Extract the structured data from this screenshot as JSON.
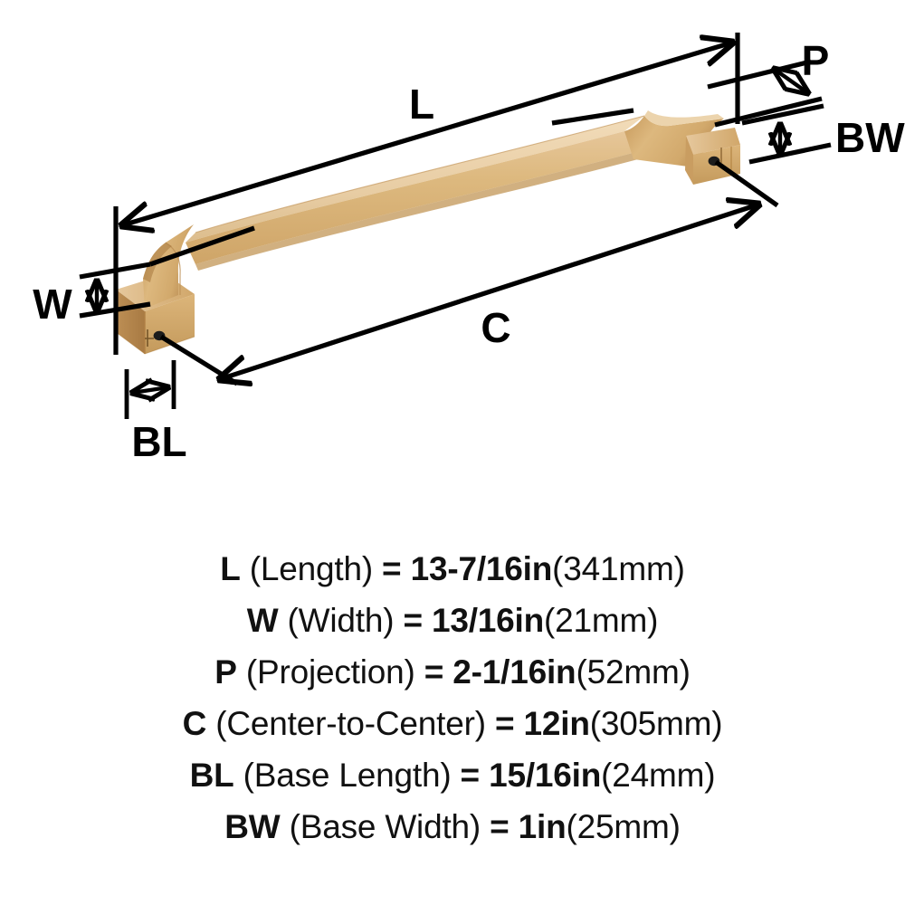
{
  "diagram": {
    "title": "cabinet-pull-dimension-diagram",
    "product_color_hex": "#d9b383",
    "product_highlight_hex": "#edd3aa",
    "product_shadow_hex": "#b98f57",
    "line_color_hex": "#000000",
    "background_hex": "#ffffff",
    "callouts": [
      {
        "code": "L",
        "name": "length-dimension-label"
      },
      {
        "code": "W",
        "name": "width-dimension-label"
      },
      {
        "code": "P",
        "name": "projection-dimension-label"
      },
      {
        "code": "C",
        "name": "center-to-center-dimension-label"
      },
      {
        "code": "BL",
        "name": "base-length-dimension-label"
      },
      {
        "code": "BW",
        "name": "base-width-dimension-label"
      }
    ]
  },
  "legend": {
    "lines": [
      {
        "code": "L",
        "name": "(Length)",
        "eq": "=",
        "imperial": "13-7/16in",
        "metric": "(341mm)"
      },
      {
        "code": "W",
        "name": "(Width)",
        "eq": "=",
        "imperial": "13/16in",
        "metric": "(21mm)"
      },
      {
        "code": "P",
        "name": "(Projection)",
        "eq": "=",
        "imperial": "2-1/16in",
        "metric": "(52mm)"
      },
      {
        "code": "C",
        "name": "(Center-to-Center)",
        "eq": "=",
        "imperial": "12in",
        "metric": "(305mm)"
      },
      {
        "code": "BL",
        "name": "(Base Length)",
        "eq": "=",
        "imperial": "15/16in",
        "metric": "(24mm)"
      },
      {
        "code": "BW",
        "name": "(Base Width)",
        "eq": "=",
        "imperial": "1in",
        "metric": "(25mm)"
      }
    ]
  }
}
